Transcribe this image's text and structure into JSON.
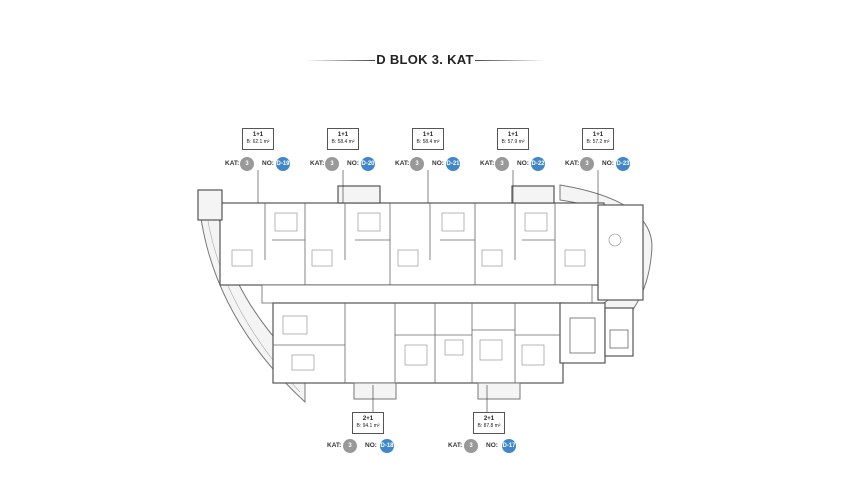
{
  "title": "D BLOK 3. KAT",
  "labels": {
    "floor": "KAT:",
    "number": "NO:"
  },
  "units": [
    {
      "type": "1+1",
      "area": "B: 62.1 m²",
      "floor": "3",
      "no": "D-19"
    },
    {
      "type": "1+1",
      "area": "B: 58.4 m²",
      "floor": "3",
      "no": "D-20"
    },
    {
      "type": "1+1",
      "area": "B: 58.4 m²",
      "floor": "3",
      "no": "D-21"
    },
    {
      "type": "1+1",
      "area": "B: 57.9 m²",
      "floor": "3",
      "no": "D-22"
    },
    {
      "type": "1+1",
      "area": "B: 57.2 m²",
      "floor": "3",
      "no": "D-23"
    },
    {
      "type": "2+1",
      "area": "B: 94.1 m²",
      "floor": "3",
      "no": "D-18"
    },
    {
      "type": "2+1",
      "area": "B: 87.8 m²",
      "floor": "3",
      "no": "D-17"
    }
  ],
  "colors": {
    "badge_floor": "#999999",
    "badge_no": "#3f87c8",
    "plan_line": "#555555",
    "glass": "#a8bfcf"
  }
}
